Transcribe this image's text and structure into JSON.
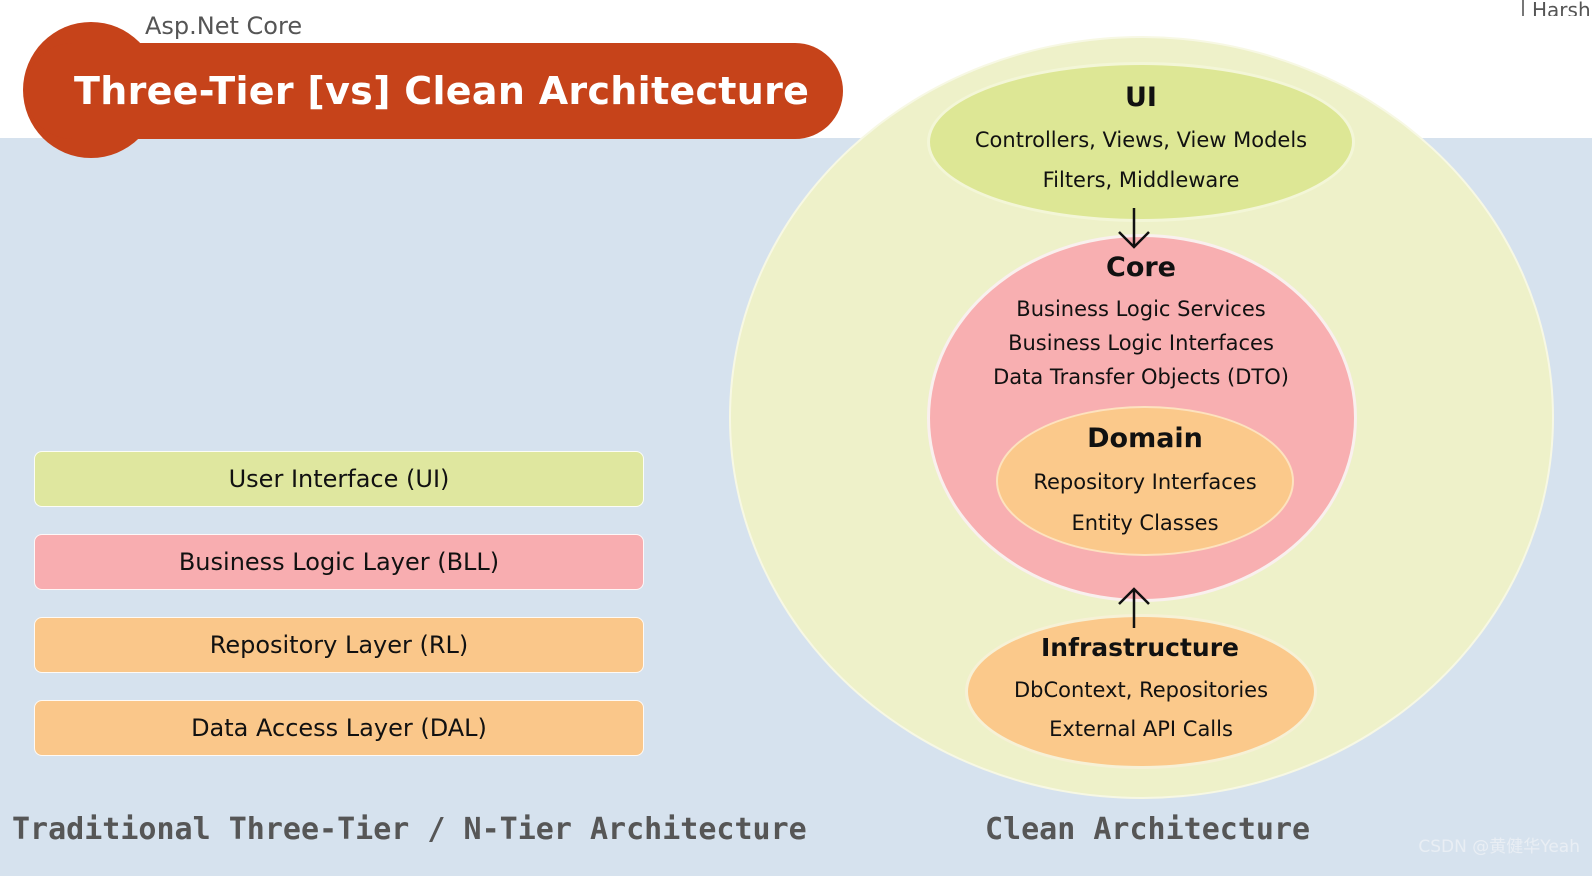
{
  "header": {
    "subtitle": "Asp.Net Core",
    "title": "Three-Tier [vs] Clean Architecture",
    "corner_text": "Harsh",
    "accent_color": "#c6431a"
  },
  "three_tier": {
    "layers": [
      {
        "label": "User Interface (UI)",
        "color": "#dfe79f"
      },
      {
        "label": "Business Logic Layer (BLL)",
        "color": "#f8adb0"
      },
      {
        "label": "Repository Layer (RL)",
        "color": "#fac78a"
      },
      {
        "label": "Data Access Layer (DAL)",
        "color": "#fac78a"
      }
    ],
    "caption": "Traditional Three-Tier / N-Tier Architecture"
  },
  "clean": {
    "ui": {
      "title": "UI",
      "lines": [
        "Controllers, Views, View Models",
        "Filters, Middleware"
      ],
      "color": "#dde795"
    },
    "core": {
      "title": "Core",
      "lines": [
        "Business Logic Services",
        "Business Logic Interfaces",
        "Data Transfer Objects (DTO)"
      ],
      "color": "#f8afb1"
    },
    "domain": {
      "title": "Domain",
      "lines": [
        "Repository Interfaces",
        "Entity Classes"
      ],
      "color": "#fbc98b"
    },
    "infrastructure": {
      "title": "Infrastructure",
      "lines": [
        "DbContext,  Repositories",
        "External API Calls"
      ],
      "color": "#fbc98b"
    },
    "caption": "Clean Architecture"
  },
  "watermark": "CSDN @黄健华Yeah"
}
